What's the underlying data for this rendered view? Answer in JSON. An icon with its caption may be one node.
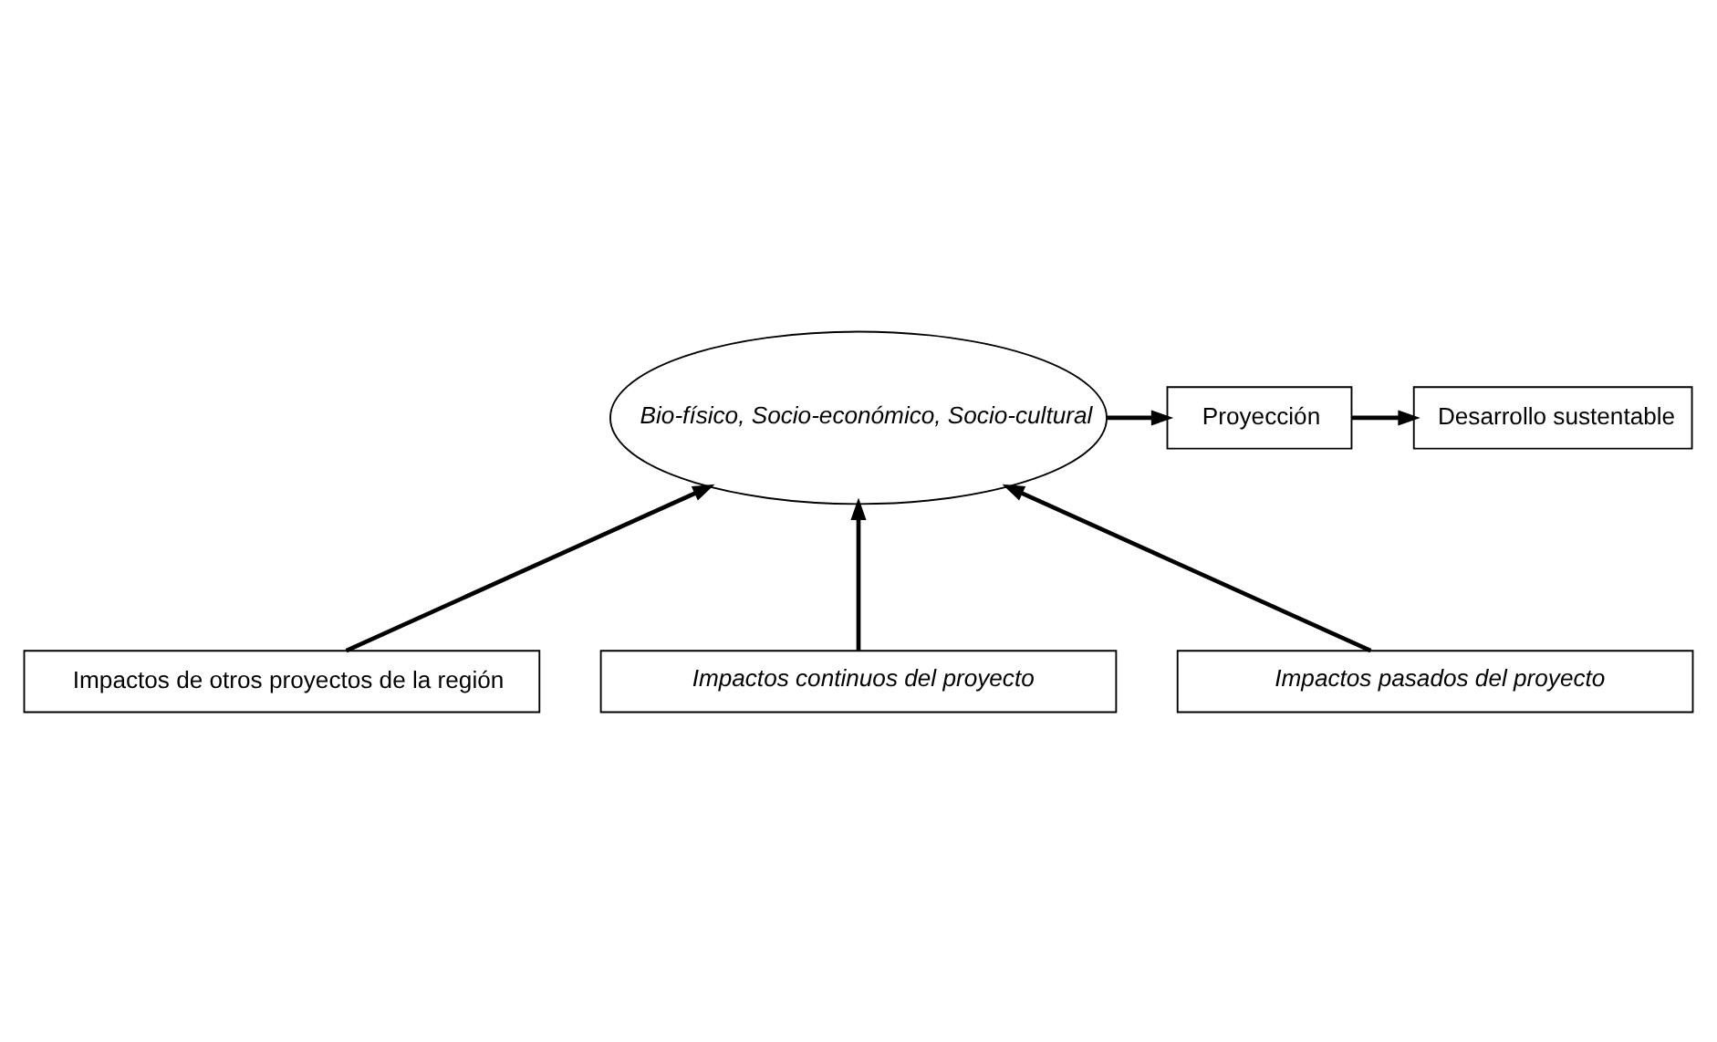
{
  "diagram": {
    "nodes": [
      {
        "text": [
          "Bio-físico, Socio-económico, Socio-cultural"
        ]
      },
      {
        "text": [
          "Proyección"
        ]
      },
      {
        "text": [
          "Desarrollo sustentable"
        ]
      },
      {
        "text": [
          "Impactos de otros proyectos de la región"
        ]
      },
      {
        "text": [
          "Impactos continuos del proyecto"
        ]
      },
      {
        "text": [
          "Impactos pasados del proyecto"
        ]
      }
    ],
    "edges": [
      {
        "from": 0,
        "to": 1,
        "arrow": "to"
      },
      {
        "from": 1,
        "to": 2,
        "arrow": "to"
      },
      {
        "from": 5,
        "to": 0,
        "arrow": "to"
      },
      {
        "from": 4,
        "to": 0,
        "arrow": "to"
      },
      {
        "from": 3,
        "to": 0,
        "arrow": "to"
      }
    ]
  }
}
